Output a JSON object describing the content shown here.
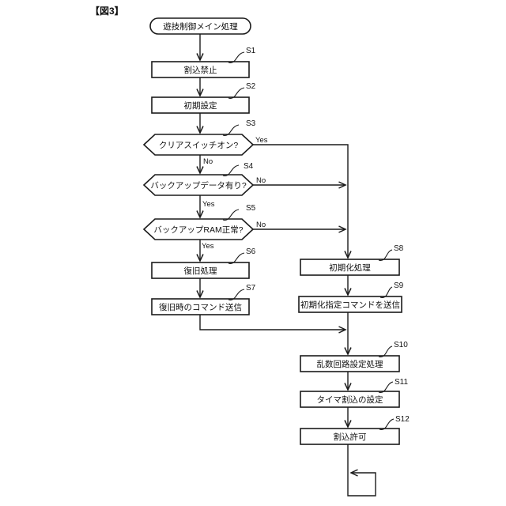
{
  "figure_label": "【図3】",
  "colors": {
    "line": "#1b1b1b",
    "background": "#ffffff",
    "text": "#111111"
  },
  "flow": {
    "start": {
      "label": "遊技制御メイン処理"
    },
    "steps": {
      "s1": {
        "id": "S1",
        "label": "割込禁止"
      },
      "s2": {
        "id": "S2",
        "label": "初期設定"
      },
      "s3": {
        "id": "S3",
        "label": "クリアスイッチオン?",
        "right_label": "Yes",
        "down_label": "No"
      },
      "s4": {
        "id": "S4",
        "label": "バックアップデータ有り?",
        "right_label": "No",
        "down_label": "Yes"
      },
      "s5": {
        "id": "S5",
        "label": "バックアップRAM正常?",
        "right_label": "No",
        "down_label": "Yes"
      },
      "s6": {
        "id": "S6",
        "label": "復旧処理"
      },
      "s7": {
        "id": "S7",
        "label": "復旧時のコマンド送信"
      },
      "s8": {
        "id": "S8",
        "label": "初期化処理"
      },
      "s9": {
        "id": "S9",
        "label": "初期化指定コマンドを送信"
      },
      "s10": {
        "id": "S10",
        "label": "乱数回路設定処理"
      },
      "s11": {
        "id": "S11",
        "label": "タイマ割込の設定"
      },
      "s12": {
        "id": "S12",
        "label": "割込許可"
      }
    }
  }
}
